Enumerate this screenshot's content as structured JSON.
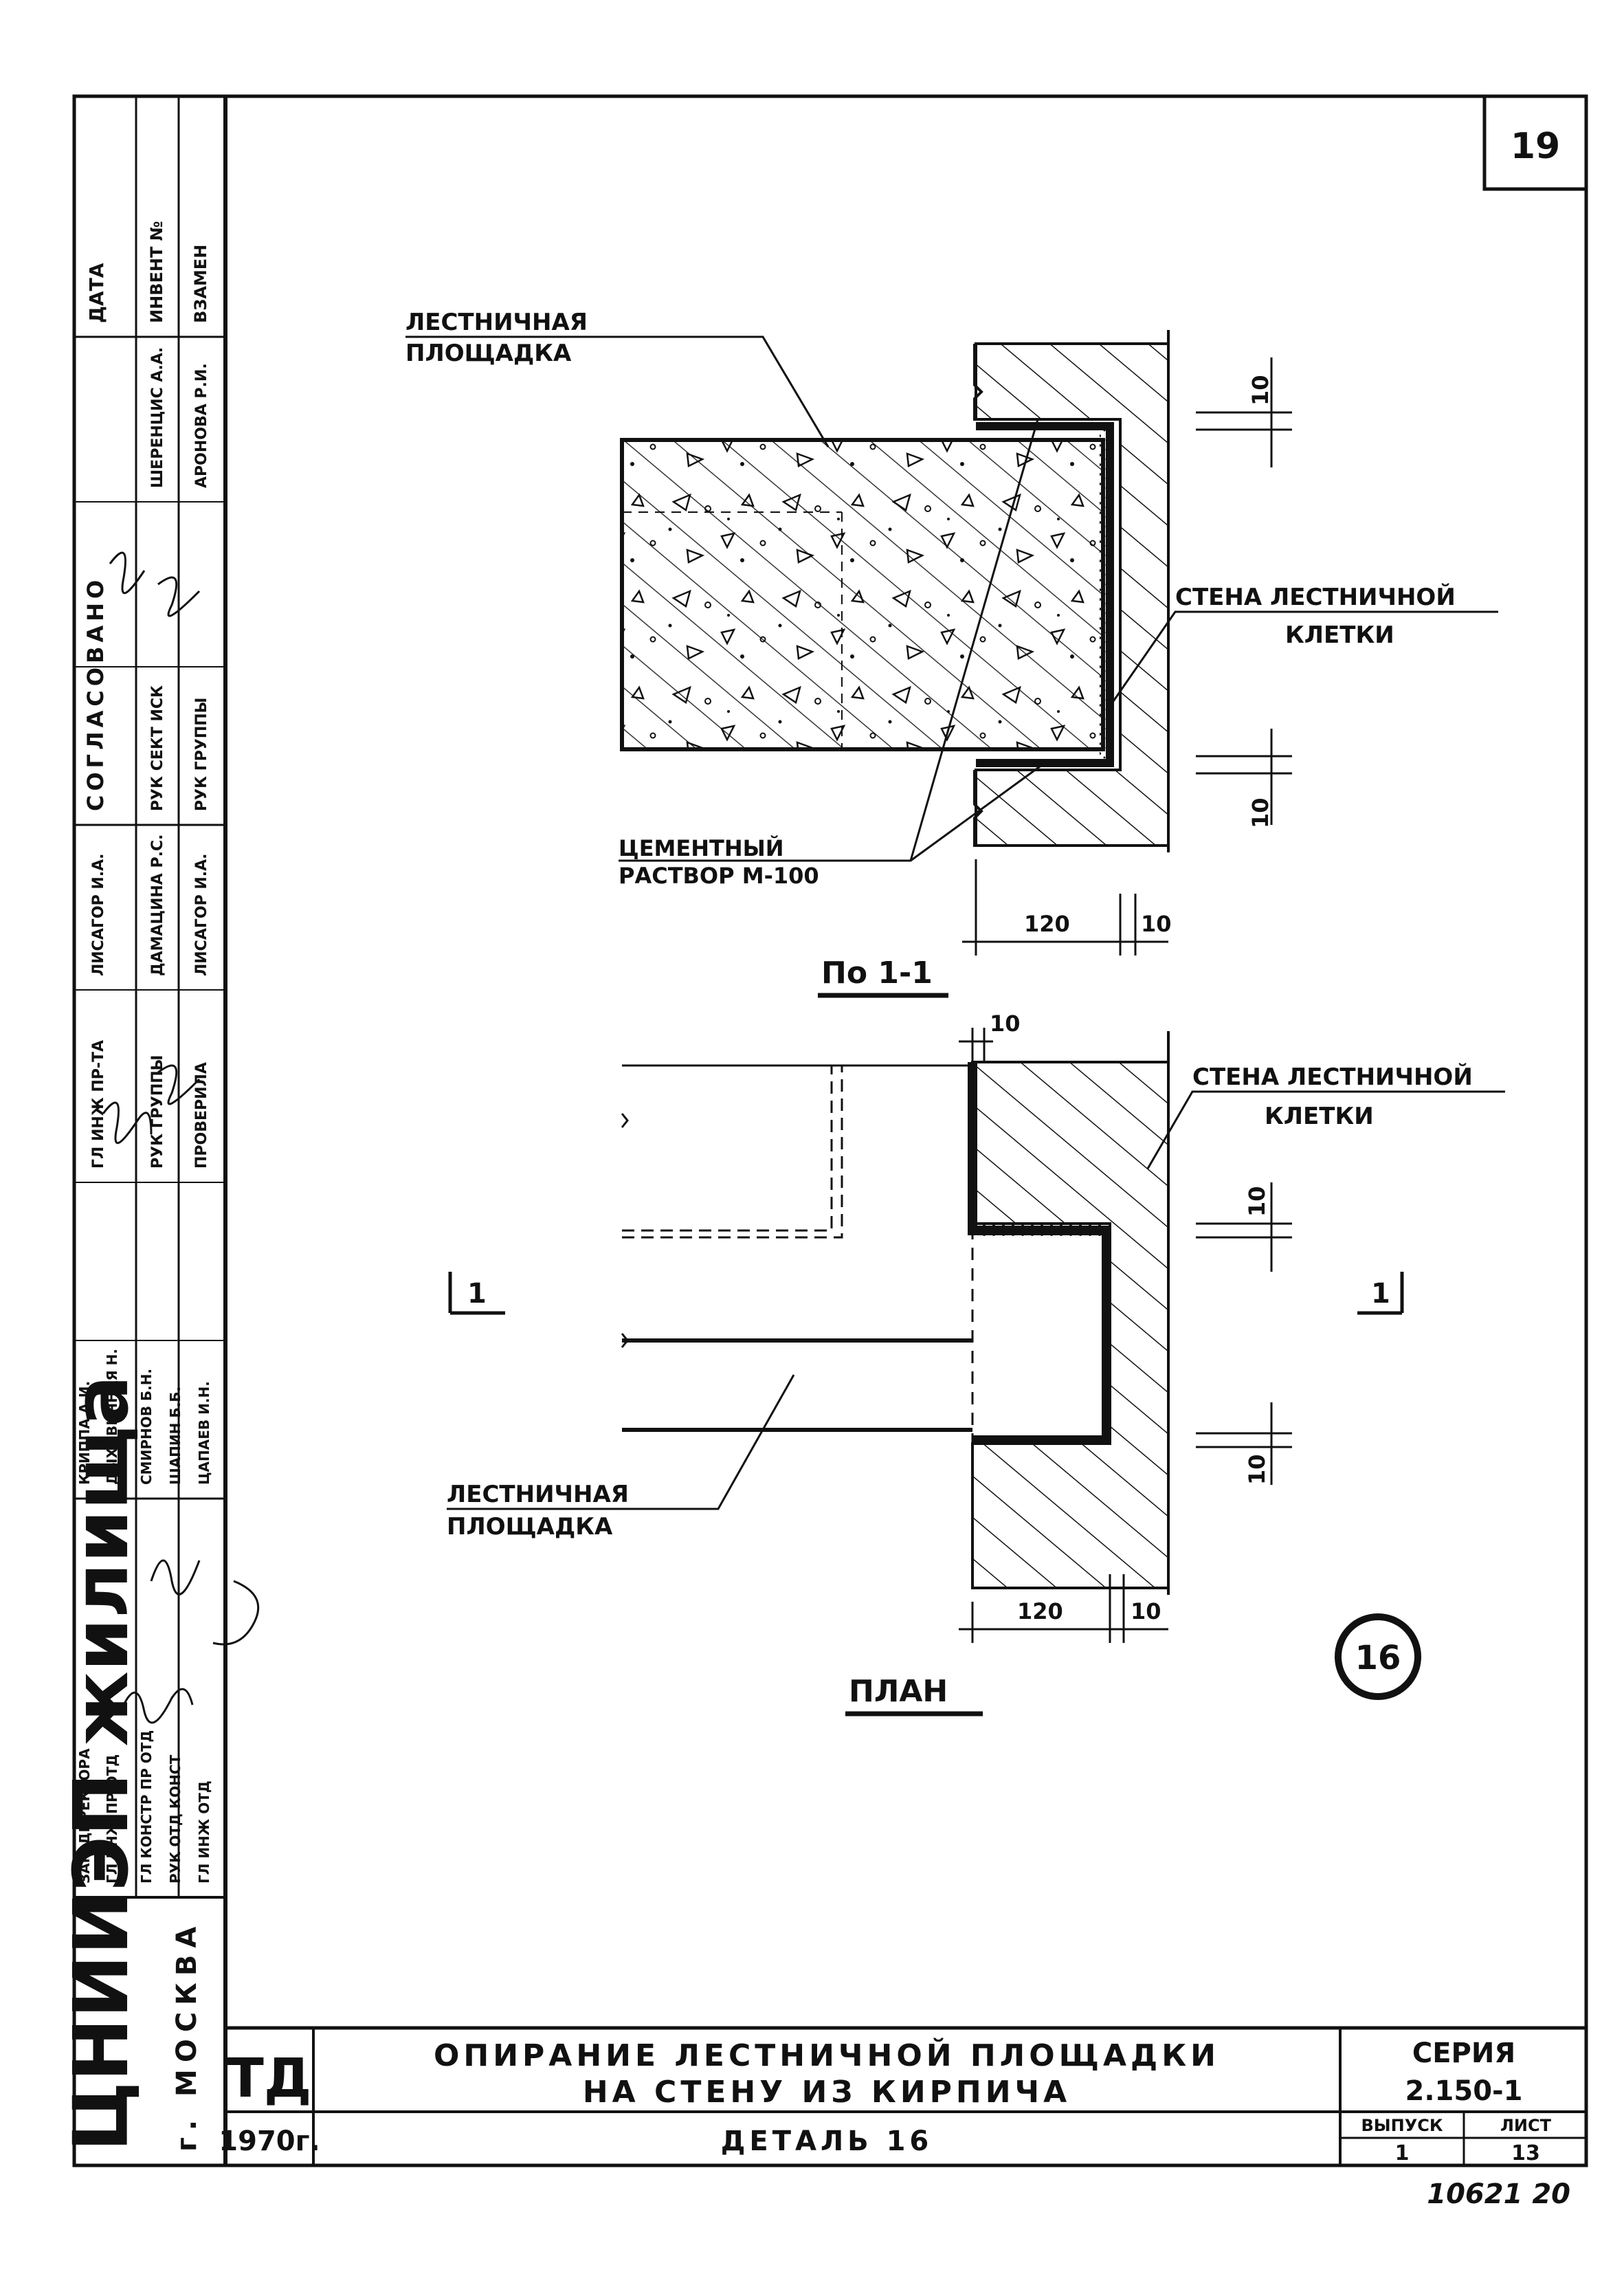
{
  "page_number": "19",
  "drawing_1": {
    "label_platform_l1": "ЛЕСТНИЧНАЯ",
    "label_platform_l2": "ПЛОЩАДКА",
    "label_wall_l1": "СТЕНА ЛЕСТНИЧНОЙ",
    "label_wall_l2": "КЛЕТКИ",
    "label_mortar_l1": "ЦЕМЕНТНЫЙ",
    "label_mortar_l2": "РАСТВОР М-100",
    "dim_10_top": "10",
    "dim_10_bottom": "10",
    "dim_120": "120",
    "dim_10_horizontal": "10",
    "caption": "По 1-1"
  },
  "drawing_2": {
    "label_wall_l1": "СТЕНА ЛЕСТНИЧНОЙ",
    "label_wall_l2": "КЛЕТКИ",
    "label_platform_l1": "ЛЕСТНИЧНАЯ",
    "label_platform_l2": "ПЛОЩАДКА",
    "dim_10_top": "10",
    "dim_10_right_top": "10",
    "dim_10_right_bottom": "10",
    "dim_120": "120",
    "dim_10_horizontal": "10",
    "section_mark_left": "1",
    "section_mark_right": "1",
    "caption": "ПЛАН",
    "detail_number": "16"
  },
  "side_stamp": {
    "approved_title": "СОГЛАСОВАНО",
    "col_date": "ДАТА",
    "col_inv": "ИНВЕНТ №",
    "col_replaced": "ВЗАМЕН",
    "approvers": [
      {
        "role": "РУК СЕКТ ИСК",
        "name": "ШЕРЕНЦИС А.А."
      },
      {
        "role": "РУК ГРУППЫ",
        "name": "АРОНОВА Р.И."
      }
    ],
    "staff": [
      {
        "role": "ЗАМ ДИРЕКТОРА",
        "name": "КРИППА А.И."
      },
      {
        "role": "ГЛ ИНЖ ПР ОТД",
        "name": "ДЫХОВИЧНАЯ Н."
      },
      {
        "role": "ГЛ КОНСТР ПР ОТД",
        "name": "СМИРНОВ Б.Н."
      },
      {
        "role": "РУК ОТД КОНСТ",
        "name": "ШАПИН Б.Б."
      },
      {
        "role": "ГЛ ИНЖ ОТД",
        "name": "ЦАПАЕВ И.Н."
      }
    ],
    "staff_right": [
      {
        "role": "ГЛ ИНЖ ПР-ТА",
        "name": "ЛИСАГОР И.А."
      },
      {
        "role": "РУК ГРУППЫ",
        "name": "ДАМАЦИНА Р.С."
      },
      {
        "role": "ПРОВЕРИЛА",
        "name": "ЛИСАГОР И.А."
      }
    ],
    "org_name": "ЦНИИЭП жилища",
    "org_city": "г. МОСКВА"
  },
  "title_block": {
    "code": "ТД",
    "year": "1970г.",
    "title_l1": "ОПИРАНИЕ ЛЕСТНИЧНОЙ ПЛОЩАДКИ",
    "title_l2": "НА СТЕНУ ИЗ КИРПИЧА",
    "subtitle": "ДЕТАЛЬ 16",
    "series_label": "СЕРИЯ",
    "series_value": "2.150-1",
    "issue_label": "ВЫПУСК",
    "issue_value": "1",
    "sheet_label": "ЛИСТ",
    "sheet_value": "13"
  },
  "archive_number": "10621 20"
}
